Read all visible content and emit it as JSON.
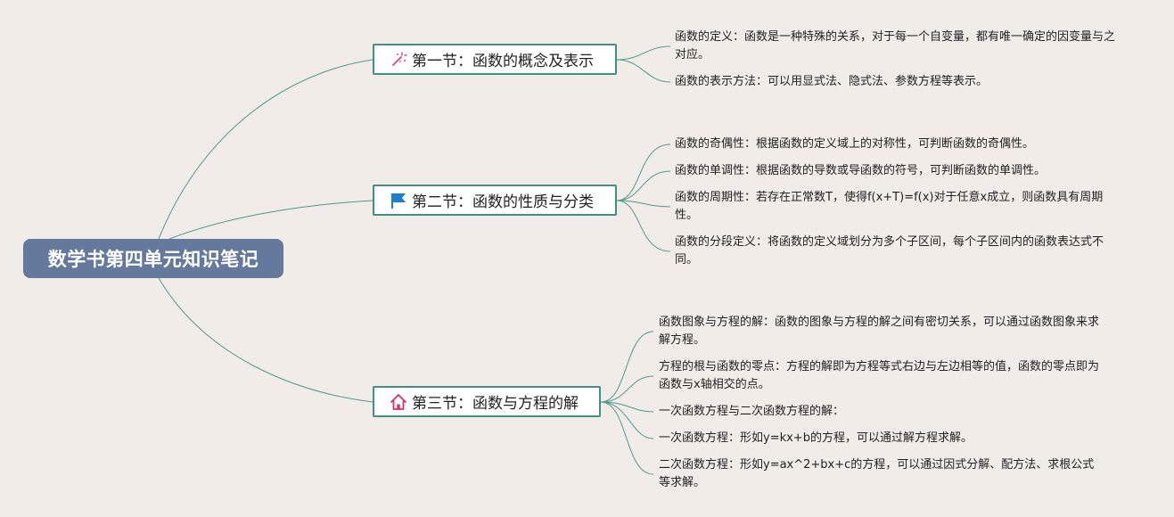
{
  "root": {
    "title": "数学书第四单元知识笔记"
  },
  "sections": [
    {
      "title": "第一节：函数的概念及表示",
      "icon": "magic-wand-icon",
      "icon_color": "#e0457b",
      "items": [
        "函数的定义：函数是一种特殊的关系，对于每一个自变量，都有唯一确定的因变量与之对应。",
        "函数的表示方法：可以用显式法、隐式法、参数方程等表示。"
      ]
    },
    {
      "title": "第二节：函数的性质与分类",
      "icon": "flag-icon",
      "icon_color": "#1a7fd1",
      "items": [
        "函数的奇偶性：根据函数的定义域上的对称性，可判断函数的奇偶性。",
        "函数的单调性：根据函数的导数或导函数的符号，可判断函数的单调性。",
        "函数的周期性：若存在正常数T，使得f(x+T)=f(x)对于任意x成立，则函数具有周期性。",
        "函数的分段定义：将函数的定义域划分为多个子区间，每个子区间内的函数表达式不同。"
      ]
    },
    {
      "title": "第三节：函数与方程的解",
      "icon": "house-icon",
      "icon_color": "#d6336c",
      "items": [
        "函数图象与方程的解：函数的图象与方程的解之间有密切关系，可以通过函数图象来求解方程。",
        "方程的根与函数的零点：方程的解即为方程等式右边与左边相等的值，函数的零点即为函数与x轴相交的点。",
        "一次函数方程与二次函数方程的解：",
        "一次函数方程：形如y=kx+b的方程，可以通过解方程求解。",
        "二次函数方程：形如y=ax^2+bx+c的方程，可以通过因式分解、配方法、求根公式等求解。"
      ]
    }
  ]
}
